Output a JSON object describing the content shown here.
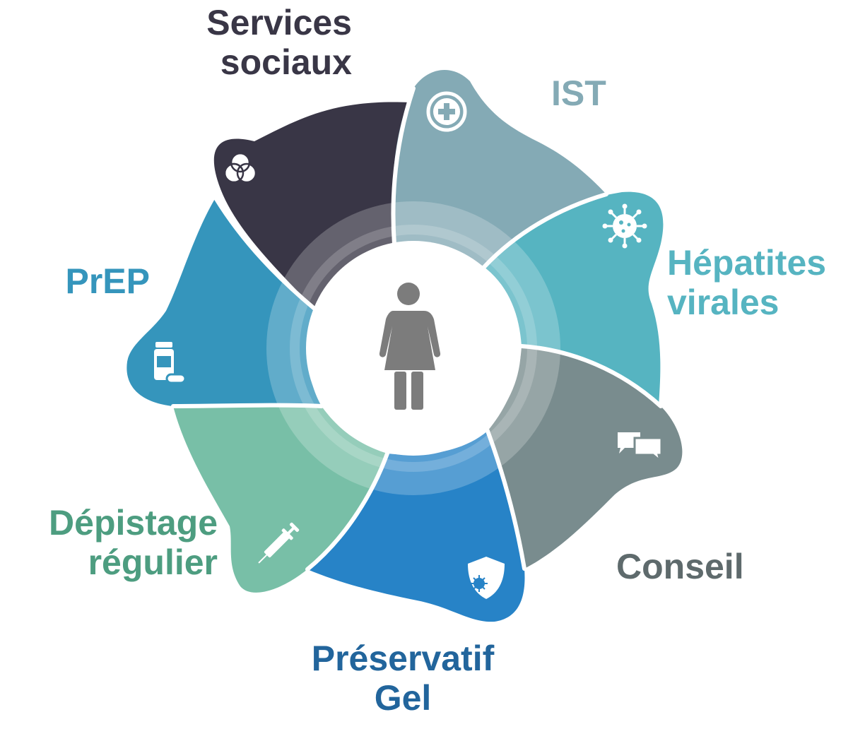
{
  "center": {
    "icon": "woman-icon"
  },
  "segments": [
    {
      "key": "services",
      "lines": [
        "Services",
        "sociaux"
      ],
      "color": "#393646",
      "icon": "venn-icon"
    },
    {
      "key": "ist",
      "lines": [
        "IST"
      ],
      "color": "#84aab5",
      "icon": "plus-circle-icon"
    },
    {
      "key": "hepatites",
      "lines": [
        "Hépatites",
        "virales"
      ],
      "color": "#56b4c1",
      "icon": "virus-icon"
    },
    {
      "key": "conseil",
      "lines": [
        "Conseil"
      ],
      "color": "#798c8e",
      "icon": "chat-icon"
    },
    {
      "key": "preservatif",
      "lines": [
        "Préservatif",
        "Gel"
      ],
      "color": "#2783c7",
      "icon": "shield-virus-icon"
    },
    {
      "key": "depistage",
      "lines": [
        "Dépistage",
        "régulier"
      ],
      "color": "#78bfa7",
      "icon": "syringe-icon"
    },
    {
      "key": "prep",
      "lines": [
        "PrEP"
      ],
      "color": "#3595bc",
      "icon": "pill-bottle-icon"
    }
  ],
  "label_colors": {
    "services": "#393646",
    "ist": "#84aab5",
    "hepatites": "#56b4c1",
    "conseil": "#5e6a6c",
    "preservatif": "#22659c",
    "depistage": "#4d9d80",
    "prep": "#3595bc"
  }
}
